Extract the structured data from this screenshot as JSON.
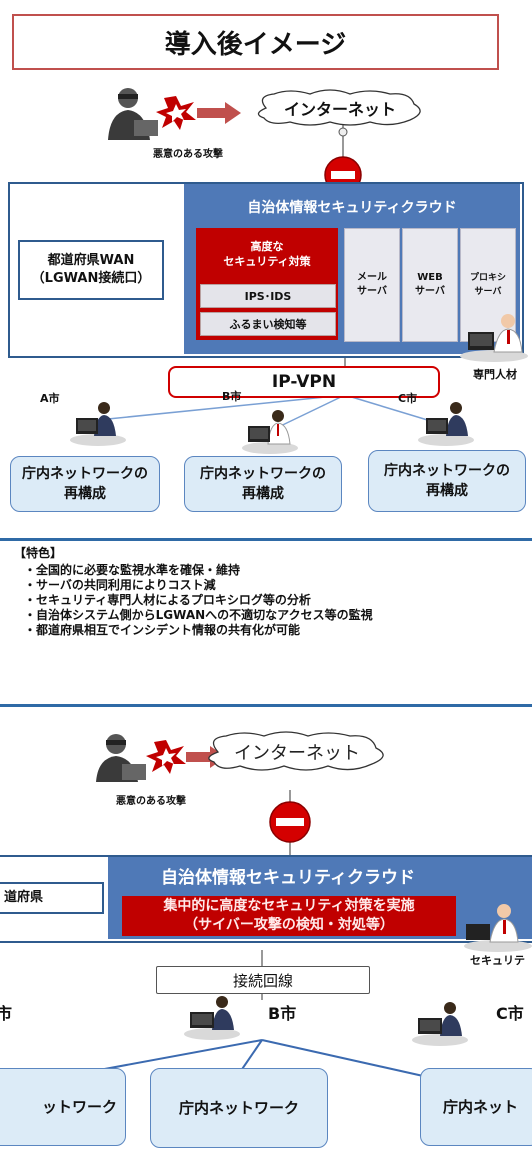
{
  "top": {
    "title": "導入後イメージ",
    "attack_label": "悪意のある攻撃",
    "internet_label": "インターネット",
    "cloud_title": "自治体情報セキュリティクラウド",
    "wan_label_1": "都道府県WAN",
    "wan_label_2": "（LGWAN接続口）",
    "security_title_1": "高度な",
    "security_title_2": "セキュリティ対策",
    "ips_ids": "IPS･IDS",
    "behavior_detection": "ふるまい検知等",
    "servers": [
      {
        "line1": "メール",
        "line2": "サーバ"
      },
      {
        "line1": "WEB",
        "line2": "サーバ"
      },
      {
        "line1": "プロキシ",
        "line2": "サーバ"
      }
    ],
    "expert_label": "専門人材",
    "vpn_label": "IP-VPN",
    "cities": [
      "A市",
      "B市",
      "C市"
    ],
    "network_line1": "庁内ネットワークの",
    "network_line2": "再構成"
  },
  "features": {
    "heading": "【特色】",
    "items": [
      "・全国的に必要な監視水準を確保・維持",
      "・サーバの共同利用によりコスト減",
      "・セキュリティ専門人材によるプロキシログ等の分析",
      "・自治体システム側からLGWANへの不適切なアクセス等の監視",
      "・都道府県相互でインシデント情報の共有化が可能"
    ]
  },
  "bottom": {
    "attack_label": "悪意のある攻撃",
    "internet_label": "インターネット",
    "cloud_title": "自治体情報セキュリティクラウド",
    "pref_label": "道府県",
    "measure_line1": "集中的に高度なセキュリティ対策を実施",
    "measure_line2": "（サイバー攻撃の検知・対処等）",
    "staff_label": "セキュリテ",
    "connection_label": "接続回線",
    "city_labels": [
      "市",
      "B市",
      "C市"
    ],
    "network_labels": [
      "ットワーク",
      "庁内ネットワーク",
      "庁内ネット"
    ]
  },
  "colors": {
    "cloud_blue": "#4f79b7",
    "border_blue": "#2f5b8e",
    "accent_red": "#c00000",
    "network_fill": "#dcebf7"
  }
}
